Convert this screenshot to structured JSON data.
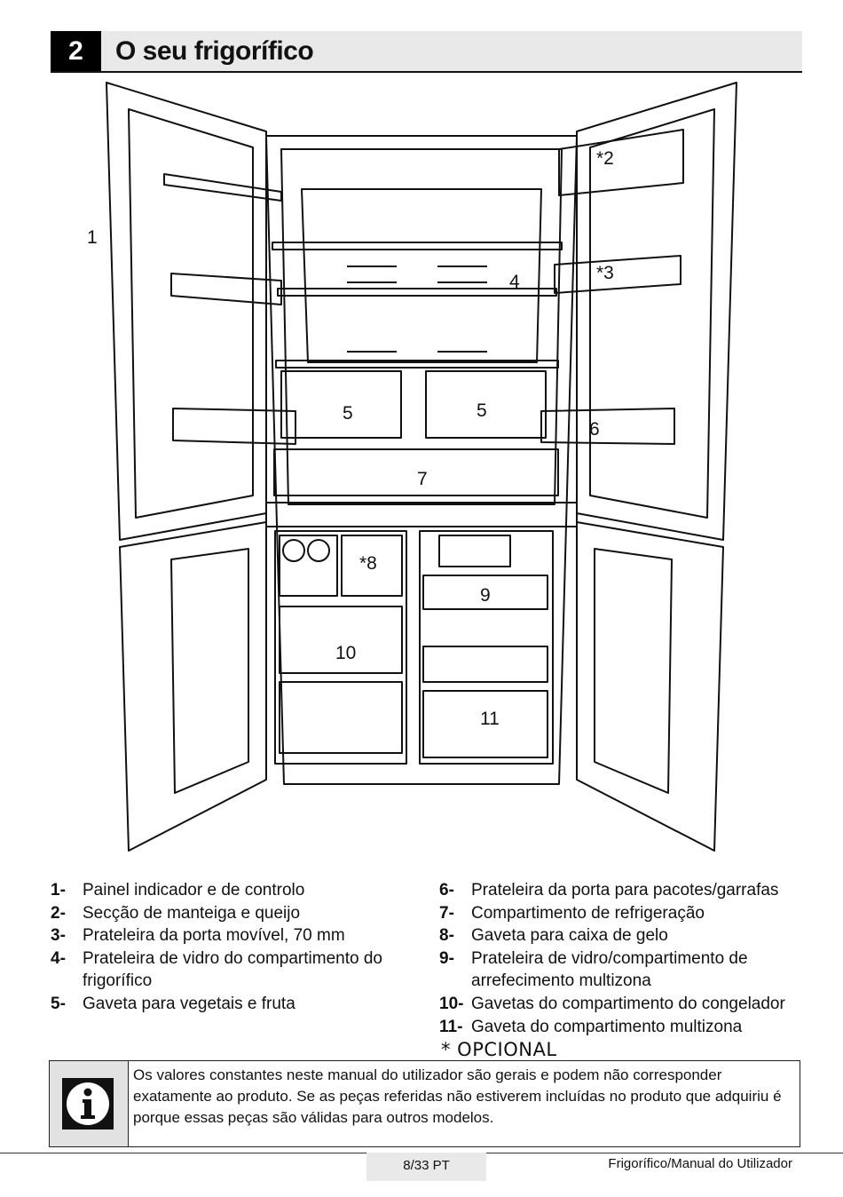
{
  "header": {
    "number": "2",
    "title": "O seu frigorífico"
  },
  "figure": {
    "labels": [
      "1",
      "*2",
      "*3",
      "4",
      "5",
      "5",
      "6",
      "7",
      "*8",
      "9",
      "10",
      "11"
    ]
  },
  "legend_left": [
    {
      "num": "1-",
      "text": "Painel indicador e de controlo"
    },
    {
      "num": "2-",
      "text": "Secção de manteiga e queijo"
    },
    {
      "num": "3-",
      "text": "Prateleira da porta movível, 70 mm"
    },
    {
      "num": "4-",
      "text": "Prateleira de vidro do compartimento do frigorífico"
    },
    {
      "num": "5-",
      "text": "Gaveta para vegetais e fruta"
    }
  ],
  "legend_right": [
    {
      "num": "6-",
      "text": "Prateleira da porta para pacotes/garrafas"
    },
    {
      "num": "7-",
      "text": "Compartimento de refrigeração"
    },
    {
      "num": "8-",
      "text": "Gaveta para caixa de gelo"
    },
    {
      "num": "9-",
      "text": "Prateleira de vidro/compartimento de arrefecimento multizona"
    },
    {
      "num": "10-",
      "text": "Gavetas do compartimento do congelador"
    },
    {
      "num": "11-",
      "text": "Gaveta do compartimento multizona"
    }
  ],
  "optional_note": "* OPCIONAL",
  "info": {
    "icon": "info-icon",
    "text": "Os valores constantes neste manual do utilizador são gerais e podem não corresponder exatamente ao produto. Se as peças referidas não estiverem incluídas no produto que adquiriu é porque essas peças são válidas para outros modelos."
  },
  "footer": {
    "page": "8/33 PT",
    "manual": "Frigorífico/Manual do Utilizador"
  }
}
